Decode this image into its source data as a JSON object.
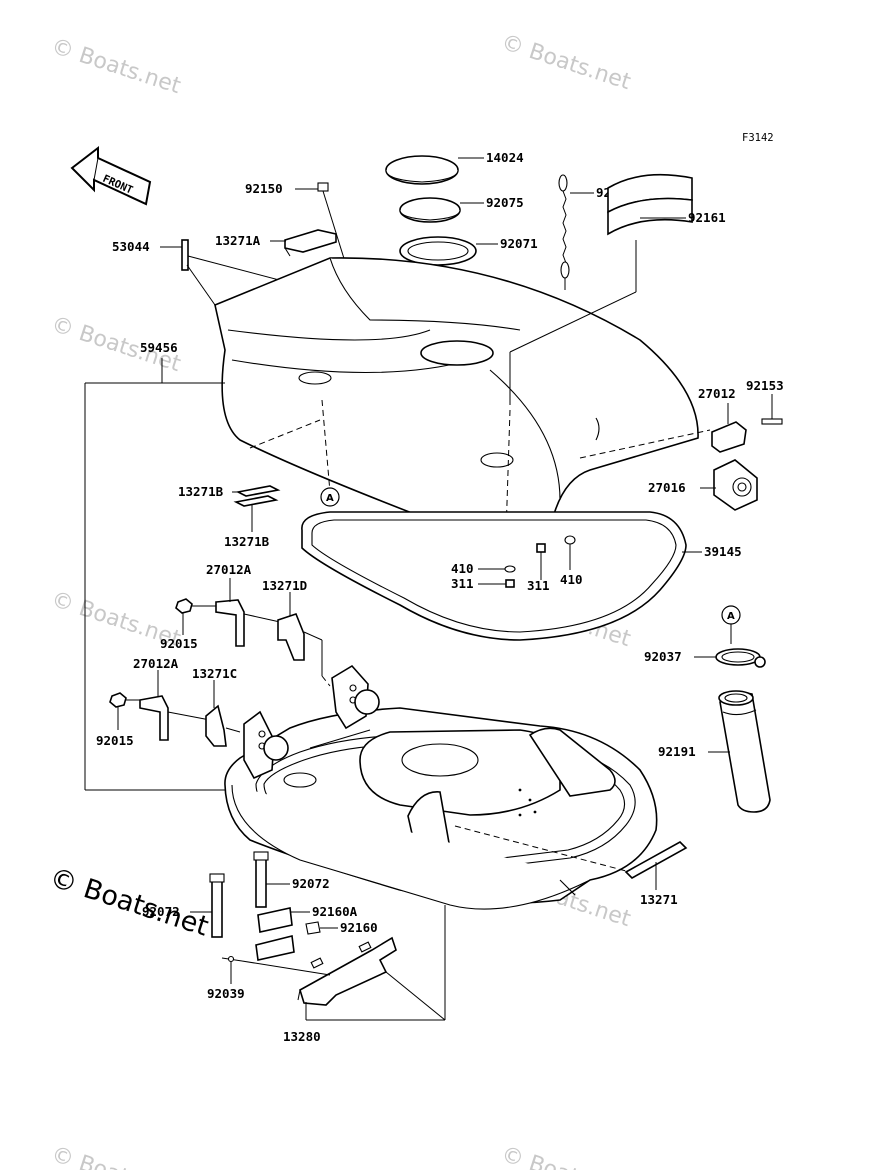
{
  "figure_code": "F3142",
  "front_arrow_label": "FRONT",
  "ref_marker": "A",
  "watermark": "© Boats.net",
  "parts": {
    "p14024": "14024",
    "p92075": "92075",
    "p92071": "92071",
    "p92057": "92057",
    "p92161": "92161",
    "p92150": "92150",
    "p13271A": "13271A",
    "p53044": "53044",
    "p59456": "59456",
    "p27012": "27012",
    "p92153": "92153",
    "p27016": "27016",
    "p13271B_top": "13271B",
    "p13271B_bot": "13271B",
    "p410_left": "410",
    "p311_left": "311",
    "p311_right": "311",
    "p410_right": "410",
    "p39145": "39145",
    "p27012A_top": "27012A",
    "p13271D": "13271D",
    "p92015_top": "92015",
    "p27012A_bot": "27012A",
    "p13271C": "13271C",
    "p92015_bot": "92015",
    "p92037": "92037",
    "p92191": "92191",
    "p92072_right": "92072",
    "p92072_left": "92072",
    "p92160A": "92160A",
    "p92160": "92160",
    "p92039": "92039",
    "p13280": "13280",
    "p13271": "13271"
  }
}
